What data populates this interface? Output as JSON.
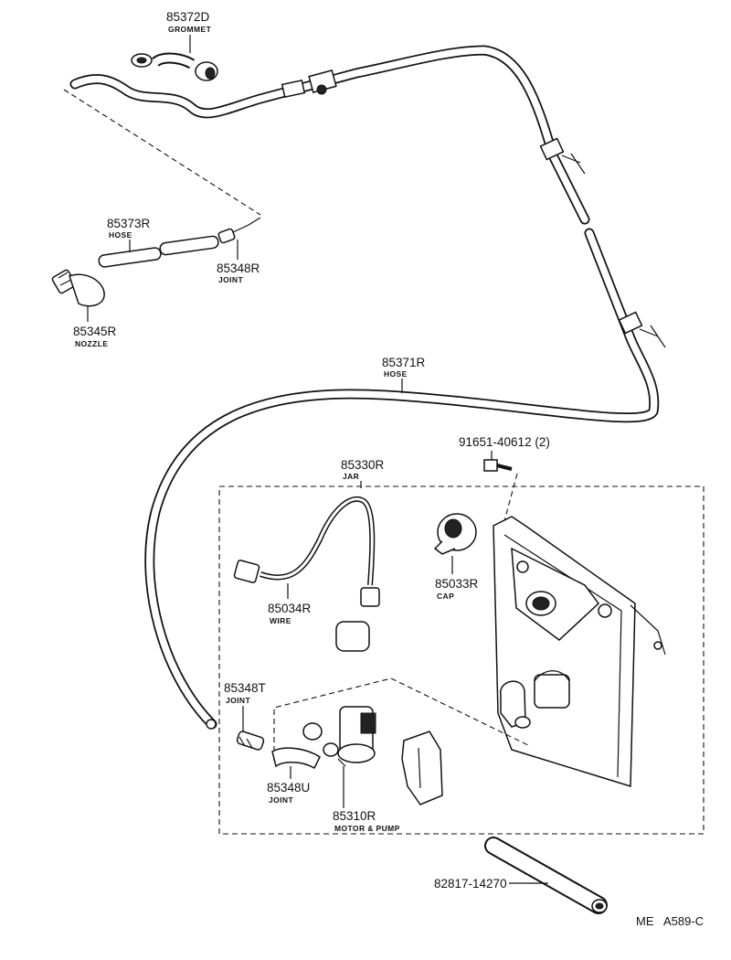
{
  "parts": {
    "p85372d": {
      "number": "85372D",
      "desc": "GROMMET"
    },
    "p85373r": {
      "number": "85373R",
      "desc": "HOSE"
    },
    "p85348r": {
      "number": "85348R",
      "desc": "JOINT"
    },
    "p85345r": {
      "number": "85345R",
      "desc": "NOZZLE"
    },
    "p85371r": {
      "number": "85371R",
      "desc": "HOSE"
    },
    "p91651": {
      "number": "91651-40612 (2)"
    },
    "p85330r": {
      "number": "85330R",
      "desc": "JAR"
    },
    "p85033r": {
      "number": "85033R",
      "desc": "CAP"
    },
    "p85034r": {
      "number": "85034R",
      "desc": "WIRE"
    },
    "p85348t": {
      "number": "85348T",
      "desc": "JOINT"
    },
    "p85348u": {
      "number": "85348U",
      "desc": "JOINT"
    },
    "p85310r": {
      "number": "85310R",
      "desc": "MOTOR & PUMP"
    },
    "p82817": {
      "number": "82817-14270"
    }
  },
  "footer": {
    "code_left": "ME",
    "code_right": "A589-C"
  }
}
